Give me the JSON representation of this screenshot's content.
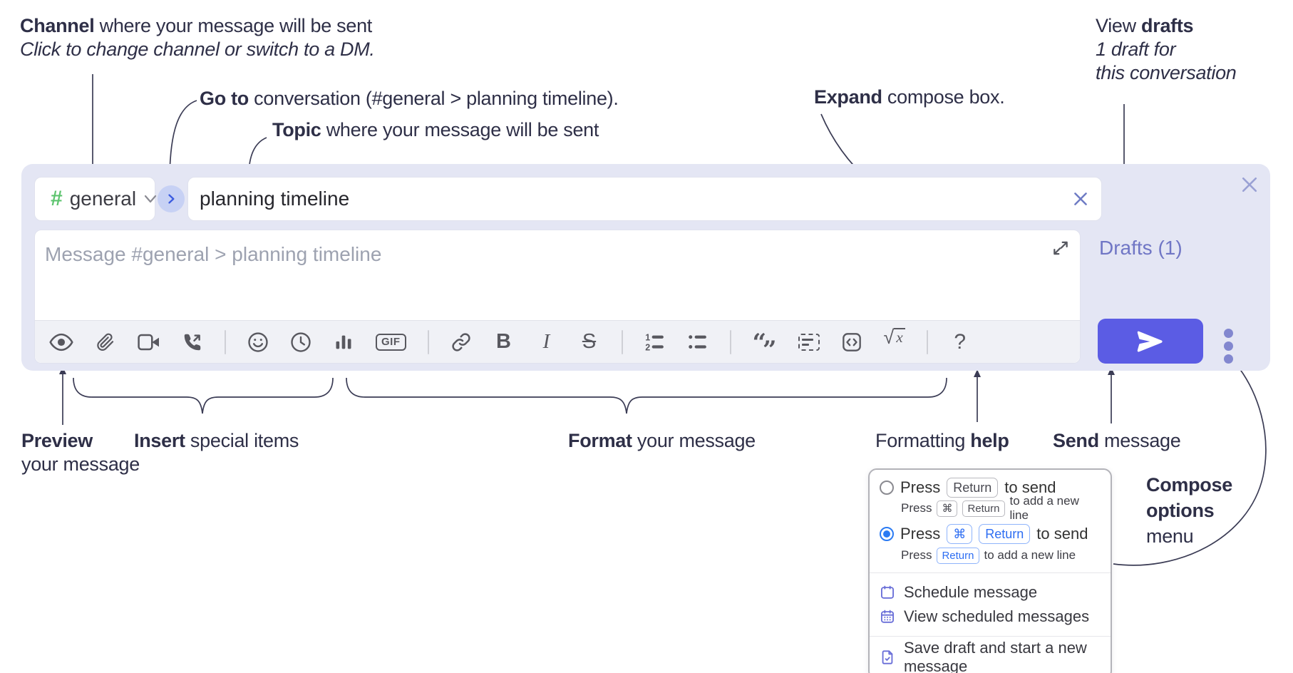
{
  "annotations": {
    "channel": {
      "bold": "Channel",
      "rest": " where your message will be sent",
      "sub": "Click to change channel or switch to a DM."
    },
    "goto": {
      "bold": "Go to",
      "rest": " conversation (#general > planning timeline)."
    },
    "topic": {
      "bold": "Topic",
      "rest": " where your message will be sent"
    },
    "expand": {
      "bold": "Expand",
      "rest": " compose box."
    },
    "view_drafts": {
      "pre": "View ",
      "bold": "drafts",
      "line2": "1 draft for",
      "line3": "this conversation"
    },
    "preview": {
      "bold": "Preview",
      "line2": "your message"
    },
    "insert": {
      "bold": "Insert",
      "rest": " special items"
    },
    "format": {
      "bold": "Format",
      "rest": " your message"
    },
    "formatting_help": {
      "pre": "Formatting ",
      "bold": "help"
    },
    "send": {
      "bold": "Send",
      "rest": " message"
    },
    "compose_options": {
      "line1": "Compose",
      "line2": "options",
      "line3": "menu"
    }
  },
  "compose": {
    "channel_hash": "#",
    "channel_name": "general",
    "topic_value": "planning timeline",
    "message_placeholder": "Message #general > planning timeline",
    "drafts_label": "Drafts (1)"
  },
  "toolbar": {
    "icon_names": [
      "preview-eye",
      "attach-paperclip",
      "video-call-camera",
      "audio-call-phone",
      "emoji-smiley",
      "schedule-clock",
      "poll-chart",
      "gif",
      "link",
      "bold",
      "italic",
      "strikethrough",
      "numbered-list",
      "bulleted-list",
      "quote",
      "spoiler",
      "code",
      "math",
      "help"
    ],
    "gif": "GIF",
    "bold": "B",
    "italic": "I",
    "strike": "S",
    "quote_open": "“",
    "quote_close": "”",
    "math_root": "√",
    "math_var": "x",
    "ol1": "1",
    "ol2": "2",
    "help": "?"
  },
  "popup": {
    "opt1": {
      "press": "Press",
      "key": "Return",
      "suffix": "to send",
      "sub_press": "Press",
      "sub_key1": "⌘",
      "sub_key2": "Return",
      "sub_suffix": "to add a new line"
    },
    "opt2": {
      "press": "Press",
      "key1": "⌘",
      "key2": "Return",
      "suffix": "to send",
      "sub_press": "Press",
      "sub_key": "Return",
      "sub_suffix": "to add a new line"
    },
    "items": {
      "schedule": "Schedule message",
      "view_scheduled": "View scheduled messages",
      "save_draft": "Save draft and start a new message"
    }
  },
  "colors": {
    "accent": "#5b5ce4",
    "compose_bg": "#e4e6f4",
    "hash_green": "#5ec46f",
    "link_purple": "#7076c5",
    "radio_blue": "#2b7bf3",
    "key_blue": "#2e6ef2",
    "menu_icon_purple": "#696ed8",
    "icon_gray": "#58585f",
    "annotation_ink": "#2e2f47"
  }
}
